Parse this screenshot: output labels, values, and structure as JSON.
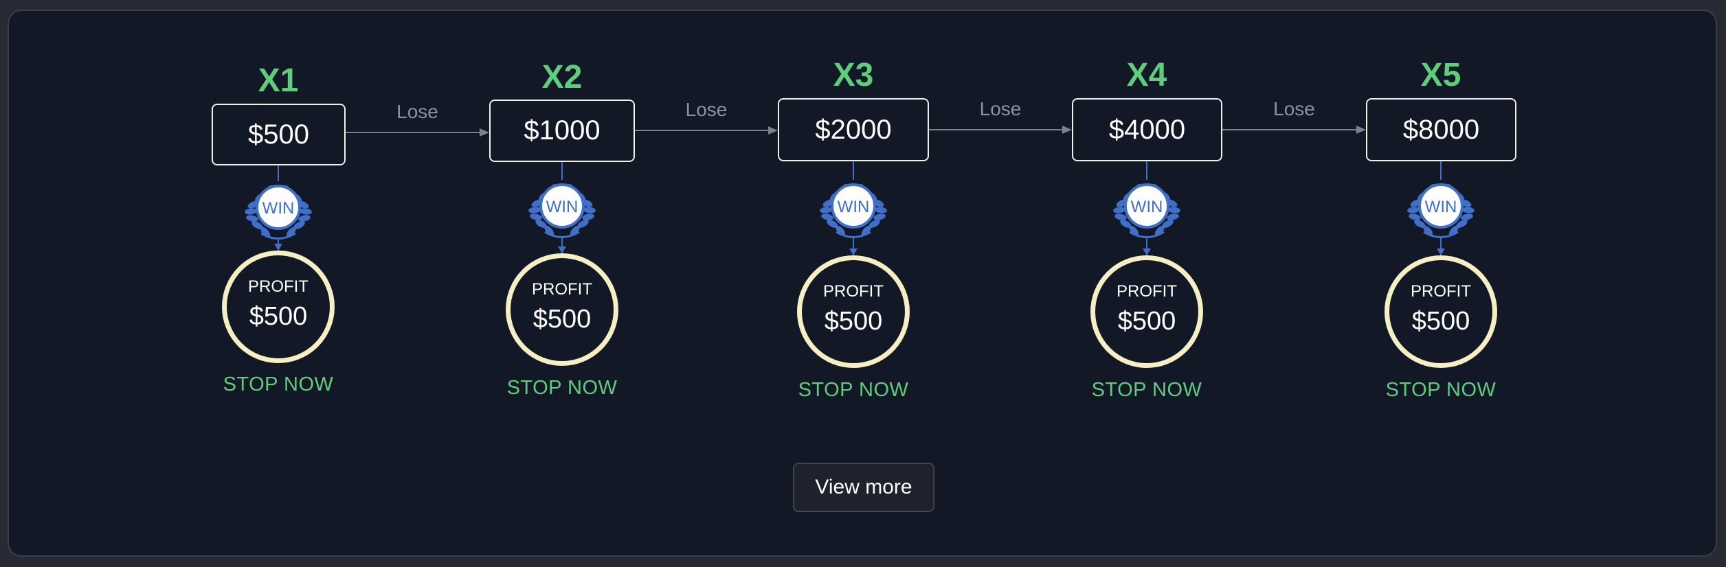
{
  "colors": {
    "background": "#131826",
    "accent_green": "#5fce7c",
    "profit_ring": "#f6efc4",
    "win_blue": "#3f6fc9"
  },
  "steps": [
    {
      "multiplier": "X1",
      "amount": "$500",
      "win": "WIN",
      "profit_label": "PROFIT",
      "profit_value": "$500",
      "stop": "STOP NOW"
    },
    {
      "multiplier": "X2",
      "amount": "$1000",
      "win": "WIN",
      "profit_label": "PROFIT",
      "profit_value": "$500",
      "stop": "STOP NOW"
    },
    {
      "multiplier": "X3",
      "amount": "$2000",
      "win": "WIN",
      "profit_label": "PROFIT",
      "profit_value": "$500",
      "stop": "STOP NOW"
    },
    {
      "multiplier": "X4",
      "amount": "$4000",
      "win": "WIN",
      "profit_label": "PROFIT",
      "profit_value": "$500",
      "stop": "STOP NOW"
    },
    {
      "multiplier": "X5",
      "amount": "$8000",
      "win": "WIN",
      "profit_label": "PROFIT",
      "profit_value": "$500",
      "stop": "STOP NOW"
    }
  ],
  "connectors": [
    {
      "label": "Lose"
    },
    {
      "label": "Lose"
    },
    {
      "label": "Lose"
    },
    {
      "label": "Lose"
    }
  ],
  "view_more_label": "View more"
}
